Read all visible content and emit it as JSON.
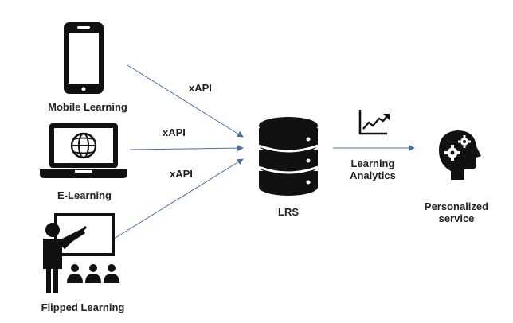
{
  "sources": [
    {
      "label": "Mobile Learning",
      "icon": "smartphone-icon",
      "arrow_label": "xAPI"
    },
    {
      "label": "E-Learning",
      "icon": "laptop-globe-icon",
      "arrow_label": "xAPI"
    },
    {
      "label": "Flipped Learning",
      "icon": "teacher-classroom-icon",
      "arrow_label": "xAPI"
    }
  ],
  "lrs": {
    "label": "LRS",
    "icon": "database-icon"
  },
  "analytics": {
    "label_line1": "Learning",
    "label_line2": "Analytics",
    "icon": "chart-trend-icon"
  },
  "output": {
    "label_line1": "Personalized",
    "label_line2": "service",
    "icon": "head-gears-icon"
  },
  "colors": {
    "arrow": "#4a6fa8",
    "icon": "#111111",
    "text": "#222222"
  }
}
